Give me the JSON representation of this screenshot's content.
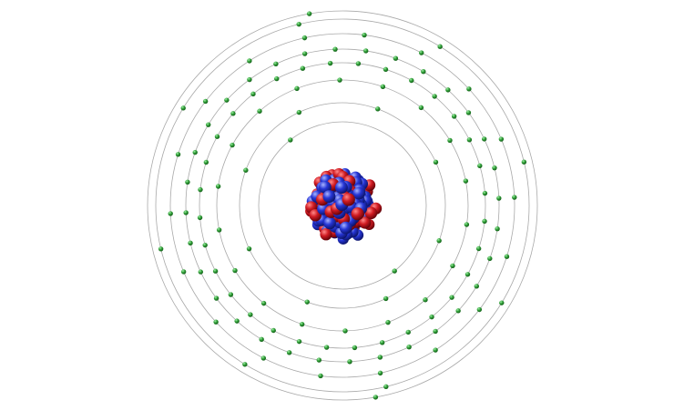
{
  "diagram": {
    "subject": "atom",
    "shells": [
      {
        "electrons": 2
      },
      {
        "electrons": 8
      },
      {
        "electrons": 18
      },
      {
        "electrons": 32
      },
      {
        "electrons": 32
      },
      {
        "electrons": 18
      },
      {
        "electrons": 8
      },
      {
        "electrons": 2
      }
    ],
    "nucleus": {
      "proton_color": "#c0141b",
      "neutron_color": "#2233c8"
    },
    "colors": {
      "background": "#ffffff",
      "orbit": "#a9a9a9",
      "electron": "#2e9a35",
      "electron_highlight": "#7fd98a"
    }
  }
}
